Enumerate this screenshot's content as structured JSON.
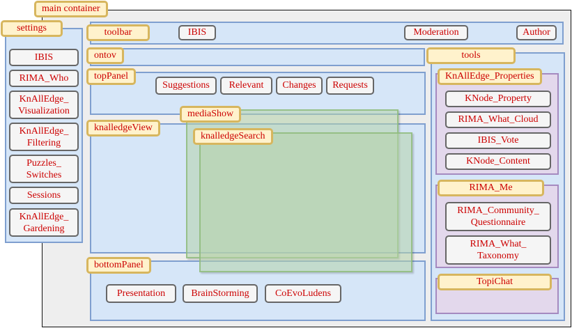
{
  "labels": {
    "main_container": "main container",
    "settings": "settings",
    "toolbar": "toolbar",
    "ontov": "ontov",
    "top_panel": "topPanel",
    "media_show": "mediaShow",
    "knalledge_view": "knalledgeView",
    "knalledge_search": "knalledgeSearch",
    "bottom_panel": "bottomPanel",
    "tools": "tools",
    "knalledge_properties": "KnAllEdge_Properties",
    "rima_me": "RIMA_Me",
    "topichat": "TopiChat"
  },
  "toolbar": {
    "buttons": [
      "IBIS",
      "Moderation",
      "Author"
    ]
  },
  "settings": {
    "buttons": [
      "IBIS",
      "RIMA_Who",
      "KnAllEdge_\nVisualization",
      "KnAllEdge_\nFiltering",
      "Puzzles_\nSwitches",
      "Sessions",
      "KnAllEdge_\nGardening"
    ]
  },
  "top_panel": {
    "buttons": [
      "Suggestions",
      "Relevant",
      "Changes",
      "Requests"
    ]
  },
  "bottom_panel": {
    "buttons": [
      "Presentation",
      "BrainStorming",
      "CoEvoLudens"
    ]
  },
  "knalledge_properties": {
    "buttons": [
      "KNode_Property",
      "RIMA_What_Cloud",
      "IBIS_Vote",
      "KNode_Content"
    ]
  },
  "rima_me": {
    "buttons": [
      "RIMA_Community_\nQuestionnaire",
      "RIMA_What_\nTaxonomy"
    ]
  },
  "colors": {
    "label_text": "#cc0000",
    "tag_fill": "#fff2cc",
    "tag_border": "#d7b65e",
    "panel_fill": "#d6e6f8",
    "panel_border": "#7f9fcf",
    "group_fill": "#e3d8ec",
    "overlay_fill": "#b4d2aa"
  }
}
